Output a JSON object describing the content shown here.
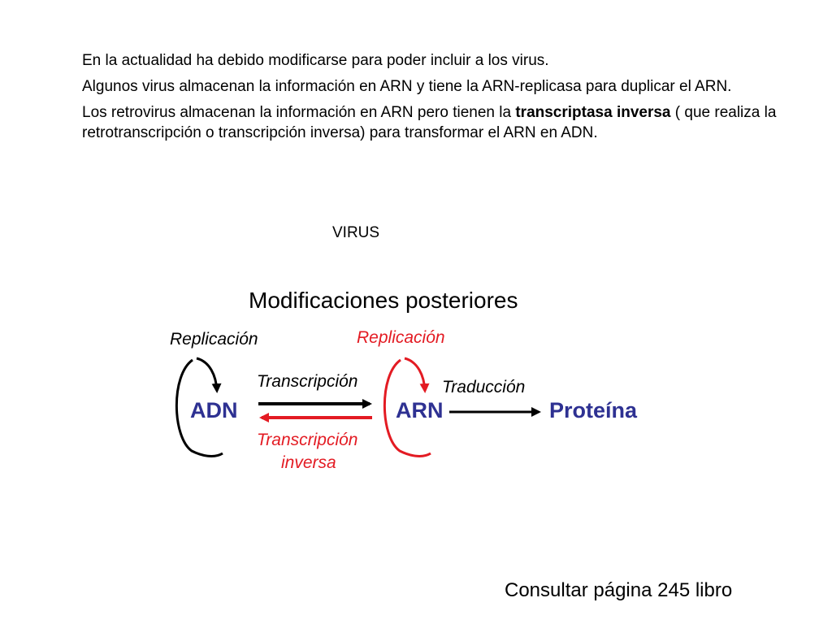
{
  "paragraphs": {
    "p1": "En la actualidad ha debido modificarse para poder incluir a los virus.",
    "p2": "Algunos virus almacenan la información en ARN y tiene la ARN-replicasa para duplicar el ARN.",
    "p3_before": "Los retrovirus almacenan la información en ARN pero tienen la ",
    "p3_bold": "transcriptasa inversa",
    "p3_after": " ( que realiza la retrotranscripción o transcripción inversa) para transformar el ARN en ADN."
  },
  "virus_label": "VIRUS",
  "diagram": {
    "title": "Modificaciones posteriores",
    "replication_dna": "Replicación",
    "replication_rna": "Replicación",
    "transcription": "Transcripción",
    "reverse_line1": "Transcripción",
    "reverse_line2": "inversa",
    "translation": "Traducción",
    "node_dna": "ADN",
    "node_rna": "ARN",
    "node_protein": "Proteína"
  },
  "colors": {
    "node_blue": "#2e3192",
    "red": "#e31b23",
    "black": "#000000"
  },
  "footer": "Consultar página 245 libro"
}
